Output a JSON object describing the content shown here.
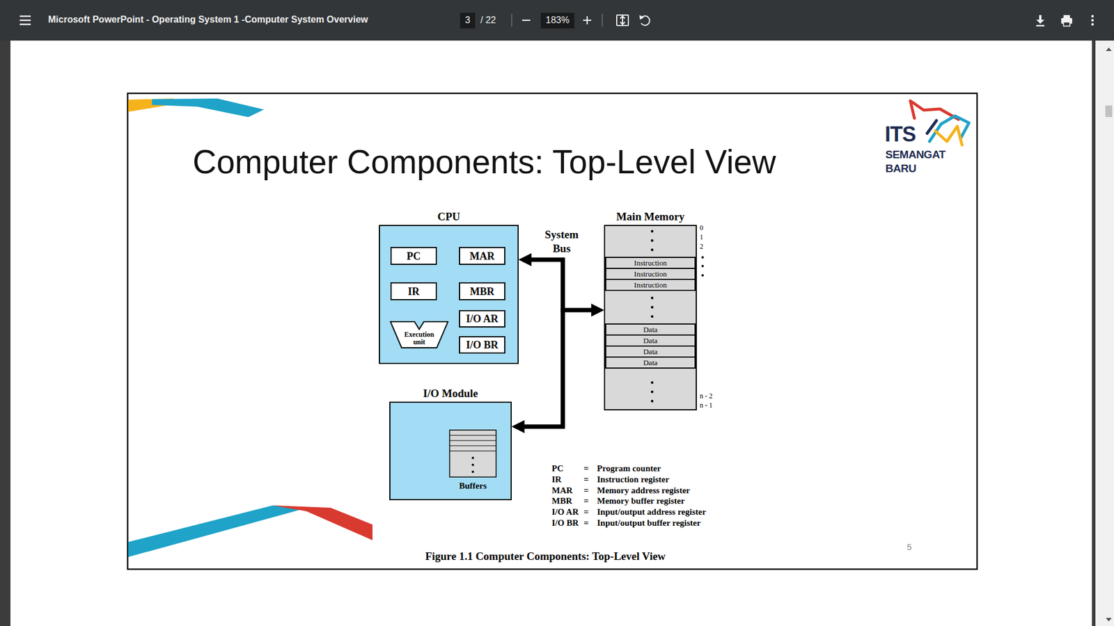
{
  "diagram": {
    "title": "Computer Components: Top-Level View",
    "caption": "Figure 1.1 Computer Components: Top-Level View",
    "nodes": [
      {
        "text": [
          "CPU"
        ]
      },
      {
        "text": [
          "PC"
        ],
        "in": 0
      },
      {
        "text": [
          "MAR"
        ],
        "in": 0
      },
      {
        "text": [
          "IR"
        ],
        "in": 0
      },
      {
        "text": [
          "MBR"
        ],
        "in": 0
      },
      {
        "text": [
          "I/O AR"
        ],
        "in": 0
      },
      {
        "text": [
          "Execution unit"
        ],
        "in": 0
      },
      {
        "text": [
          "I/O BR"
        ],
        "in": 0
      },
      {
        "text": [
          "Main Memory"
        ]
      },
      {
        "text": [
          "Instruction"
        ],
        "in": 8
      },
      {
        "text": [
          "Instruction"
        ],
        "in": 8
      },
      {
        "text": [
          "Instruction"
        ],
        "in": 8
      },
      {
        "text": [
          "Data"
        ],
        "in": 8
      },
      {
        "text": [
          "Data"
        ],
        "in": 8
      },
      {
        "text": [
          "Data"
        ],
        "in": 8
      },
      {
        "text": [
          "Data"
        ],
        "in": 8
      },
      {
        "text": [
          "I/O Module"
        ]
      },
      {
        "text": [
          "Buffers"
        ],
        "in": 16
      }
    ],
    "edges": [
      {
        "from": 0,
        "to": 8,
        "arrow": "both"
      },
      {
        "from": 0,
        "to": 16,
        "arrow": "both"
      },
      {
        "from": 8,
        "to": 16,
        "arrow": "both"
      }
    ],
    "labels": [
      "Microsoft PowerPoint - Operating System 1 -Computer System Overview",
      "3",
      "/ 22",
      "183%",
      "ITS",
      "SEMANGAT",
      "BARU",
      "System Bus",
      "0",
      "1",
      "2",
      "n - 2",
      "n - 1",
      "PC",
      "=",
      "Program counter",
      "IR",
      "=",
      "Instruction register",
      "MAR",
      "=",
      "Memory address register",
      "MBR",
      "=",
      "Memory buffer register",
      "I/O AR",
      "=",
      "Input/output address register",
      "I/O BR",
      "=",
      "Input/output buffer register",
      "5"
    ]
  }
}
